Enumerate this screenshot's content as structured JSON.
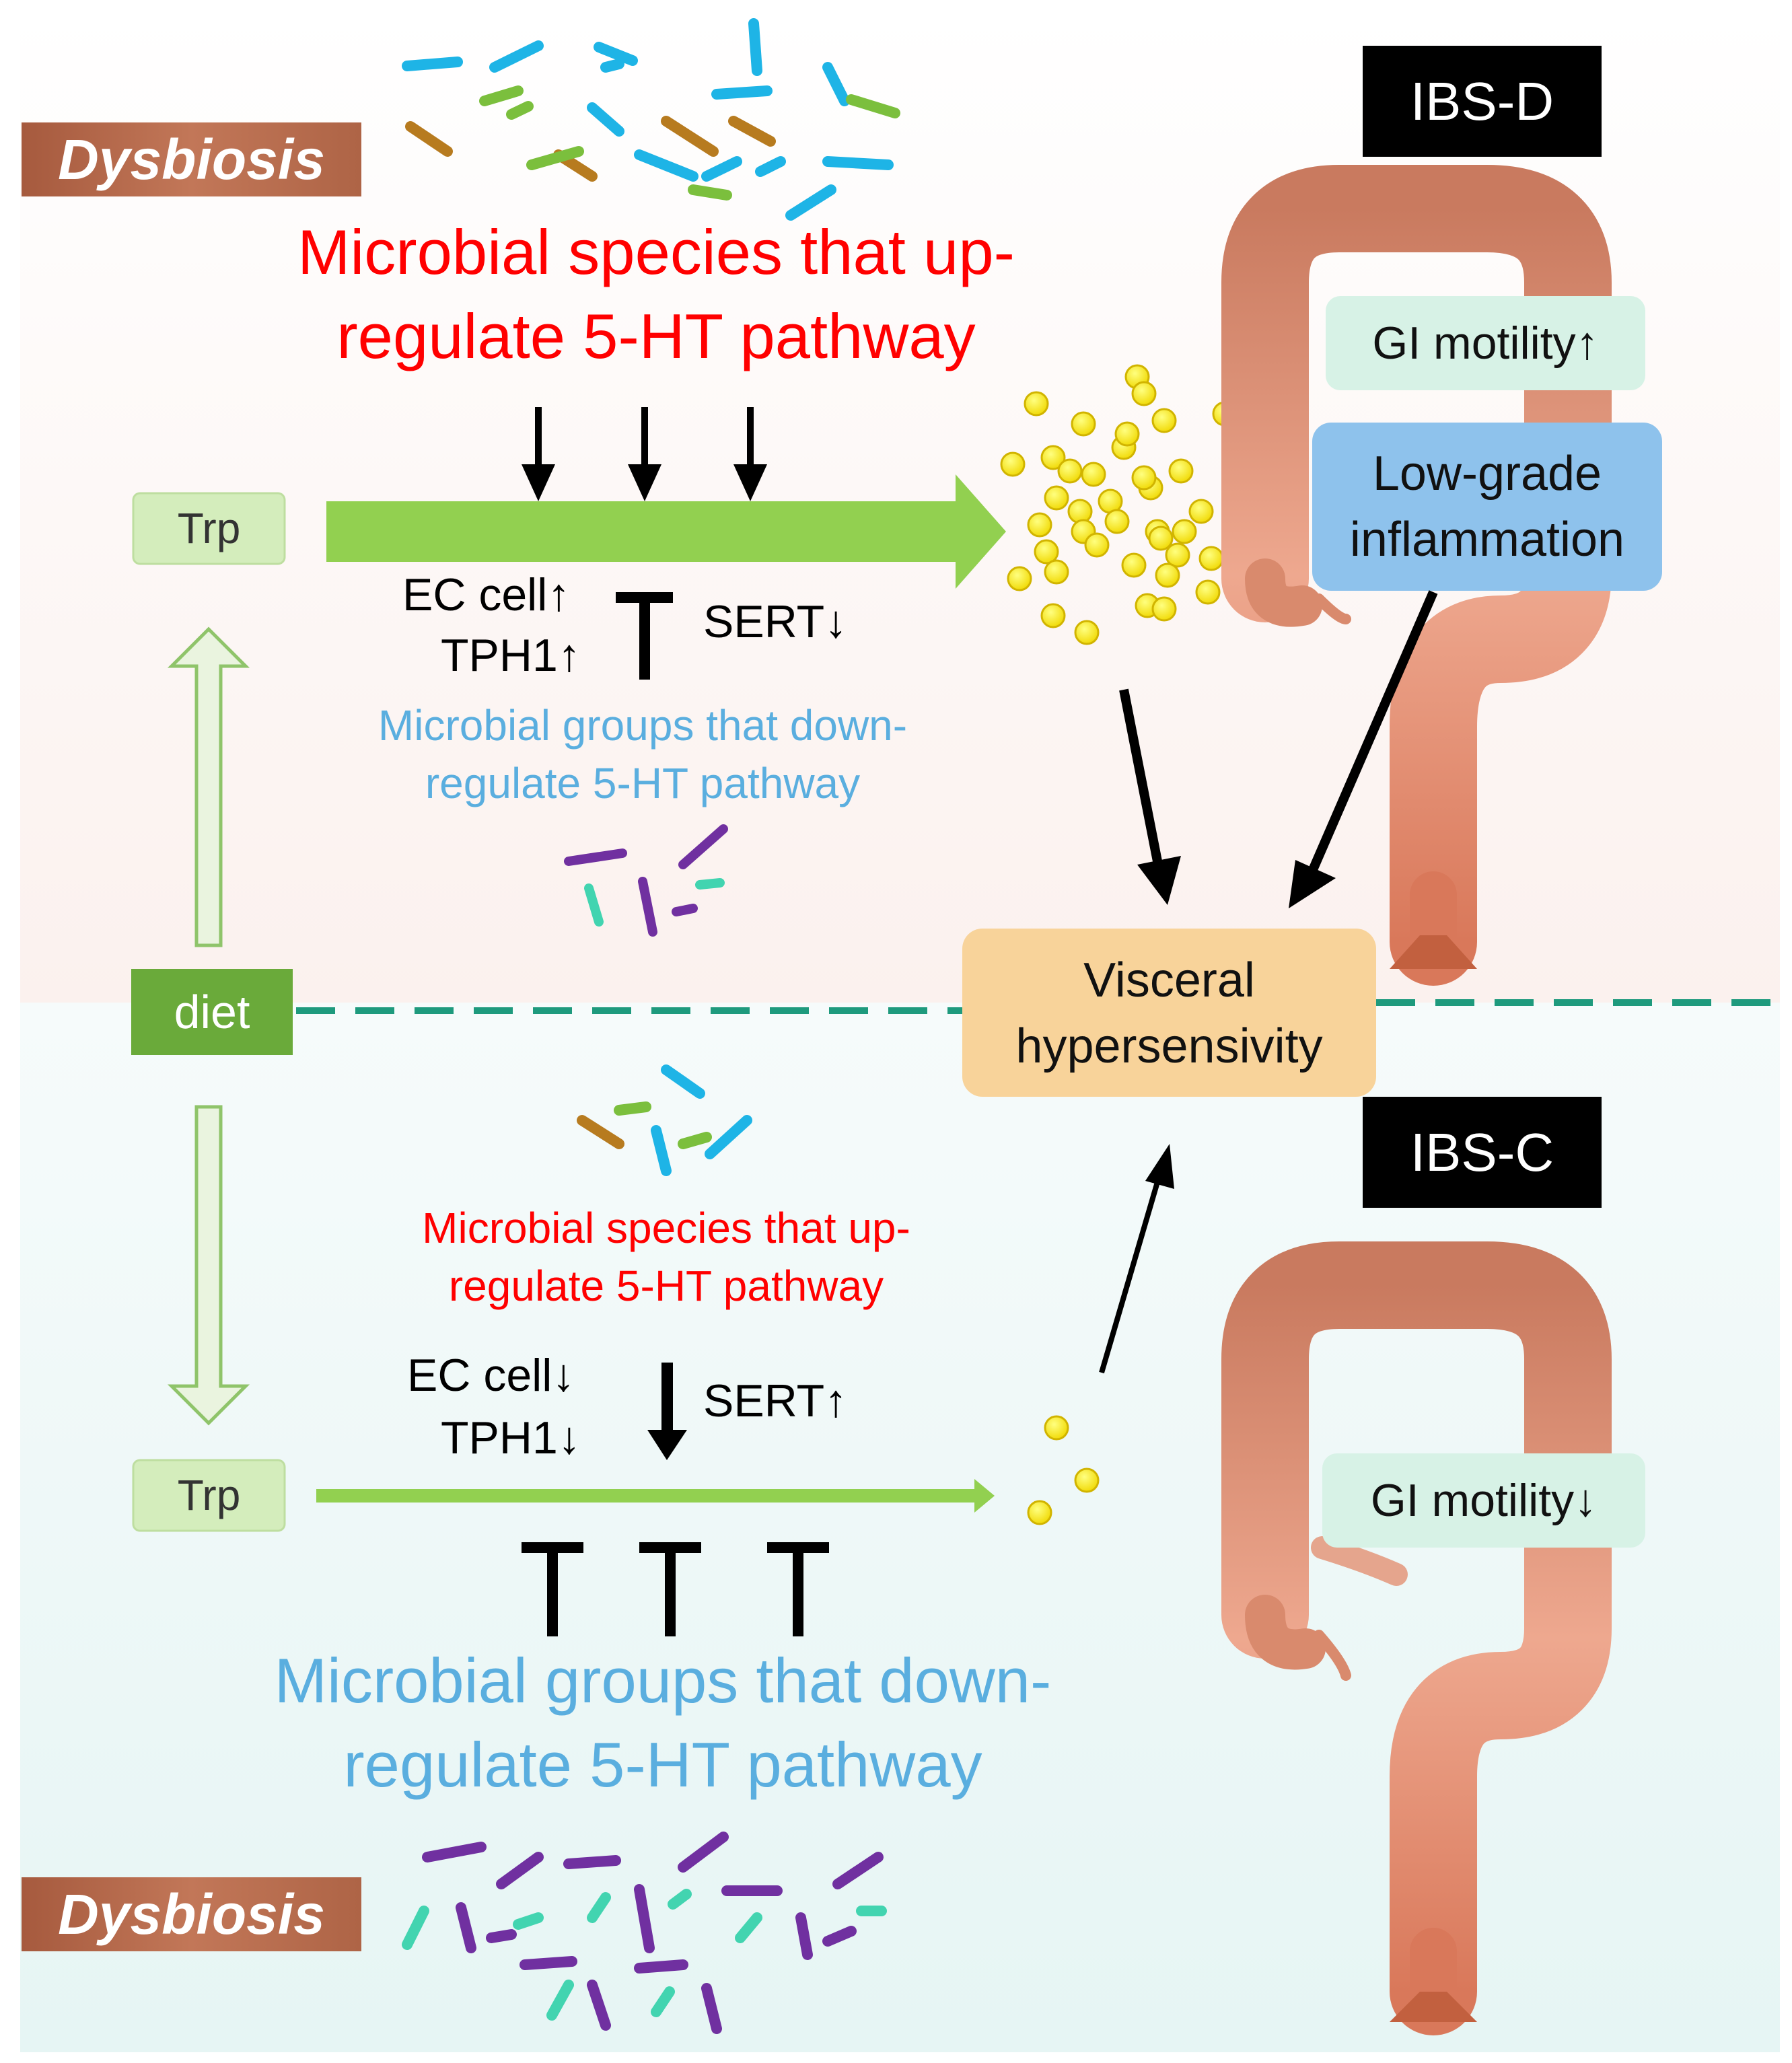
{
  "top": {
    "dysbiosis_label": "Dysbiosis",
    "up_species_line1": "Microbial species that up-",
    "up_species_line2": "regulate 5-HT pathway",
    "trp_label": "Trp",
    "ec_cell": "EC cell↑",
    "tph1": "TPH1↑",
    "sert": "SERT↓",
    "down_groups_line1": "Microbial groups that down-",
    "down_groups_line2": "regulate 5-HT pathway",
    "ibs_label": "IBS-D",
    "gi_motility": "GI motility↑",
    "inflammation_line1": "Low-grade",
    "inflammation_line2": "inflammation"
  },
  "middle": {
    "diet_label": "diet",
    "visceral_line1": "Visceral",
    "visceral_line2": "hypersensivity"
  },
  "bottom": {
    "up_species_line1": "Microbial species that up-",
    "up_species_line2": "regulate 5-HT pathway",
    "ec_cell": "EC cell↓",
    "tph1": "TPH1↓",
    "sert": "SERT↑",
    "trp_label": "Trp",
    "down_groups_line1": "Microbial groups that down-",
    "down_groups_line2": "regulate 5-HT pathway",
    "dysbiosis_label": "Dysbiosis",
    "ibs_label": "IBS-C",
    "gi_motility": "GI motility↓"
  },
  "colors": {
    "up_red": "#ff0000",
    "down_blue": "#5aaedf",
    "trp_green": "#92d050",
    "diet_green": "#6aaa3a",
    "dashed_teal": "#1e9a7d",
    "serotonin_yellow": "#f5e400",
    "colon": "#e3866b",
    "visceral_box": "#f8d39a",
    "gi_box": "#d7f2e6",
    "inflammation_box": "#8ec2ec",
    "dysbiosis_banner": "#b5674a"
  }
}
